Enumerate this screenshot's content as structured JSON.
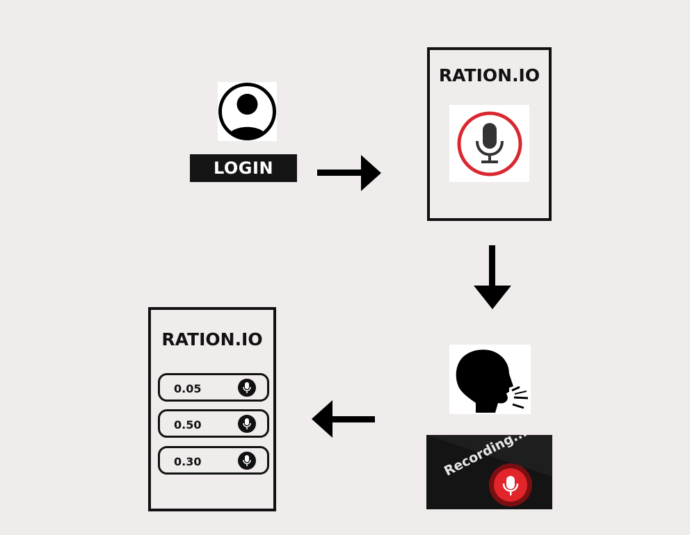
{
  "login": {
    "label": "LOGIN"
  },
  "app_screen": {
    "title": "RATION.IO"
  },
  "recording": {
    "label": "Recording..."
  },
  "results_screen": {
    "title": "RATION.IO",
    "items": [
      {
        "value": "0.05"
      },
      {
        "value": "0.50"
      },
      {
        "value": "0.30"
      }
    ]
  },
  "icons": {
    "user": "user-avatar-icon",
    "microphone": "microphone-icon",
    "speaker": "speaking-head-icon",
    "record": "record-button-icon"
  },
  "colors": {
    "mic_ring": "#d9282f",
    "record_red": "#e1252b"
  }
}
